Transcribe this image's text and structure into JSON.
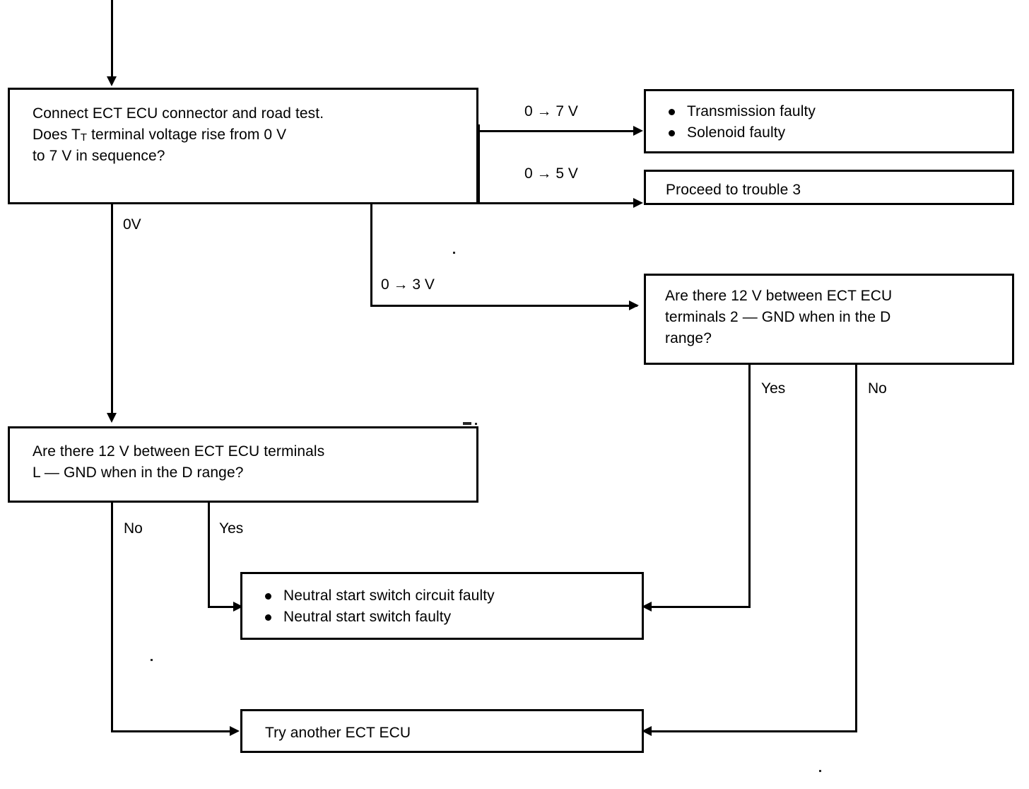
{
  "diagram": {
    "title": "ECT ECU troubleshooting flowchart",
    "line_color": "#000000",
    "background_color": "#ffffff"
  },
  "nodes": {
    "check_tt_voltage": {
      "line1": "Connect ECT ECU connector and road test.",
      "line2_pre": "Does T",
      "line2_sub": "T",
      "line2_post": " terminal voltage rise from 0 V",
      "line3": "to 7 V in sequence?"
    },
    "transmission_solenoid_faulty": {
      "items": [
        "Transmission faulty",
        "Solenoid faulty"
      ]
    },
    "proceed_trouble_3": {
      "text": "Proceed to trouble 3"
    },
    "check_terminal_2_gnd": {
      "line1": "Are there 12 V between ECT ECU",
      "line2": "terminals 2 — GND when in the D",
      "line3": "range?"
    },
    "check_terminal_l_gnd": {
      "line1": "Are there 12 V between ECT ECU terminals",
      "line2": "L — GND when in the D range?"
    },
    "neutral_start_switch_faulty": {
      "items": [
        "Neutral start switch circuit faulty",
        "Neutral start switch faulty"
      ]
    },
    "try_another_ecu": {
      "text": "Try another ECT ECU"
    }
  },
  "edge_labels": {
    "to_7v": "0 → 7 V",
    "to_5v": "0 → 5 V",
    "to_3v": "0 → 3 V",
    "zero_v": "0V",
    "right_yes": "Yes",
    "right_no": "No",
    "left_no": "No",
    "left_yes": "Yes"
  }
}
